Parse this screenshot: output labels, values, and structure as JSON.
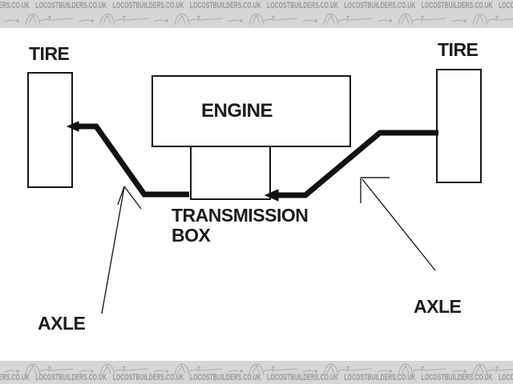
{
  "banner": {
    "text": "LOCOSTBUILDERS.CO.UK",
    "background_color": "#d6d6d6",
    "text_color": "#979797",
    "icon_color": "#b4b4b4",
    "icon": "kitcar-logo-icon"
  },
  "diagram": {
    "title_hint": "drivetrain schematic",
    "line_color": "#111111",
    "background": "#ffffff",
    "labels": {
      "tire_left": "TIRE",
      "tire_right": "TIRE",
      "engine": "ENGINE",
      "transmission_line1": "TRANSMISSION",
      "transmission_line2": "BOX",
      "axle_left": "AXLE",
      "axle_right": "AXLE"
    },
    "components": [
      "TIRE",
      "ENGINE",
      "TRANSMISSION BOX",
      "TIRE"
    ],
    "connections": [
      {
        "from": "TRANSMISSION BOX",
        "to": "left TIRE",
        "via": "AXLE"
      },
      {
        "from": "TRANSMISSION BOX",
        "to": "right TIRE",
        "via": "AXLE"
      }
    ]
  }
}
